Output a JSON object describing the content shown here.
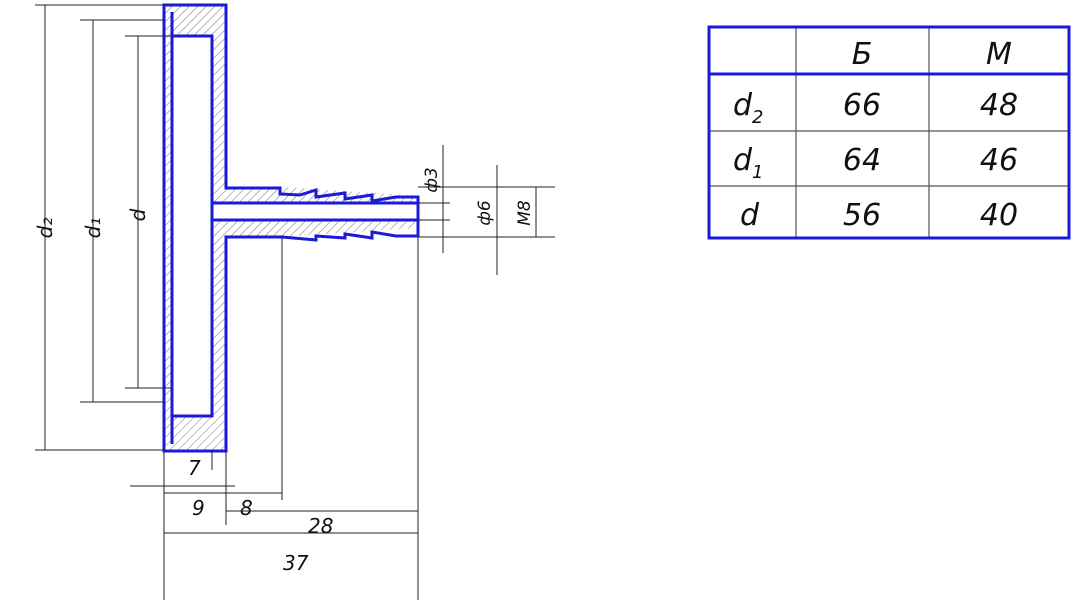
{
  "drawing": {
    "diameter_labels": {
      "d2": "d₂",
      "d1": "d₁",
      "d": "d"
    },
    "dimensions": {
      "flange_wall": "7",
      "flange_width": "9",
      "hub_length": "8",
      "nipple_length": "28",
      "total_length": "37"
    },
    "nipple": {
      "bore": "ф3",
      "outer": "ф6",
      "thread": "M8"
    },
    "colors": {
      "outline": "#1a1adb",
      "dimension": "#222222"
    }
  },
  "table": {
    "headers": [
      "",
      "Б",
      "М"
    ],
    "rows": [
      {
        "param": "d",
        "sub": "2",
        "b": "66",
        "m": "48"
      },
      {
        "param": "d",
        "sub": "1",
        "b": "64",
        "m": "46"
      },
      {
        "param": "d",
        "sub": "",
        "b": "56",
        "m": "40"
      }
    ]
  }
}
